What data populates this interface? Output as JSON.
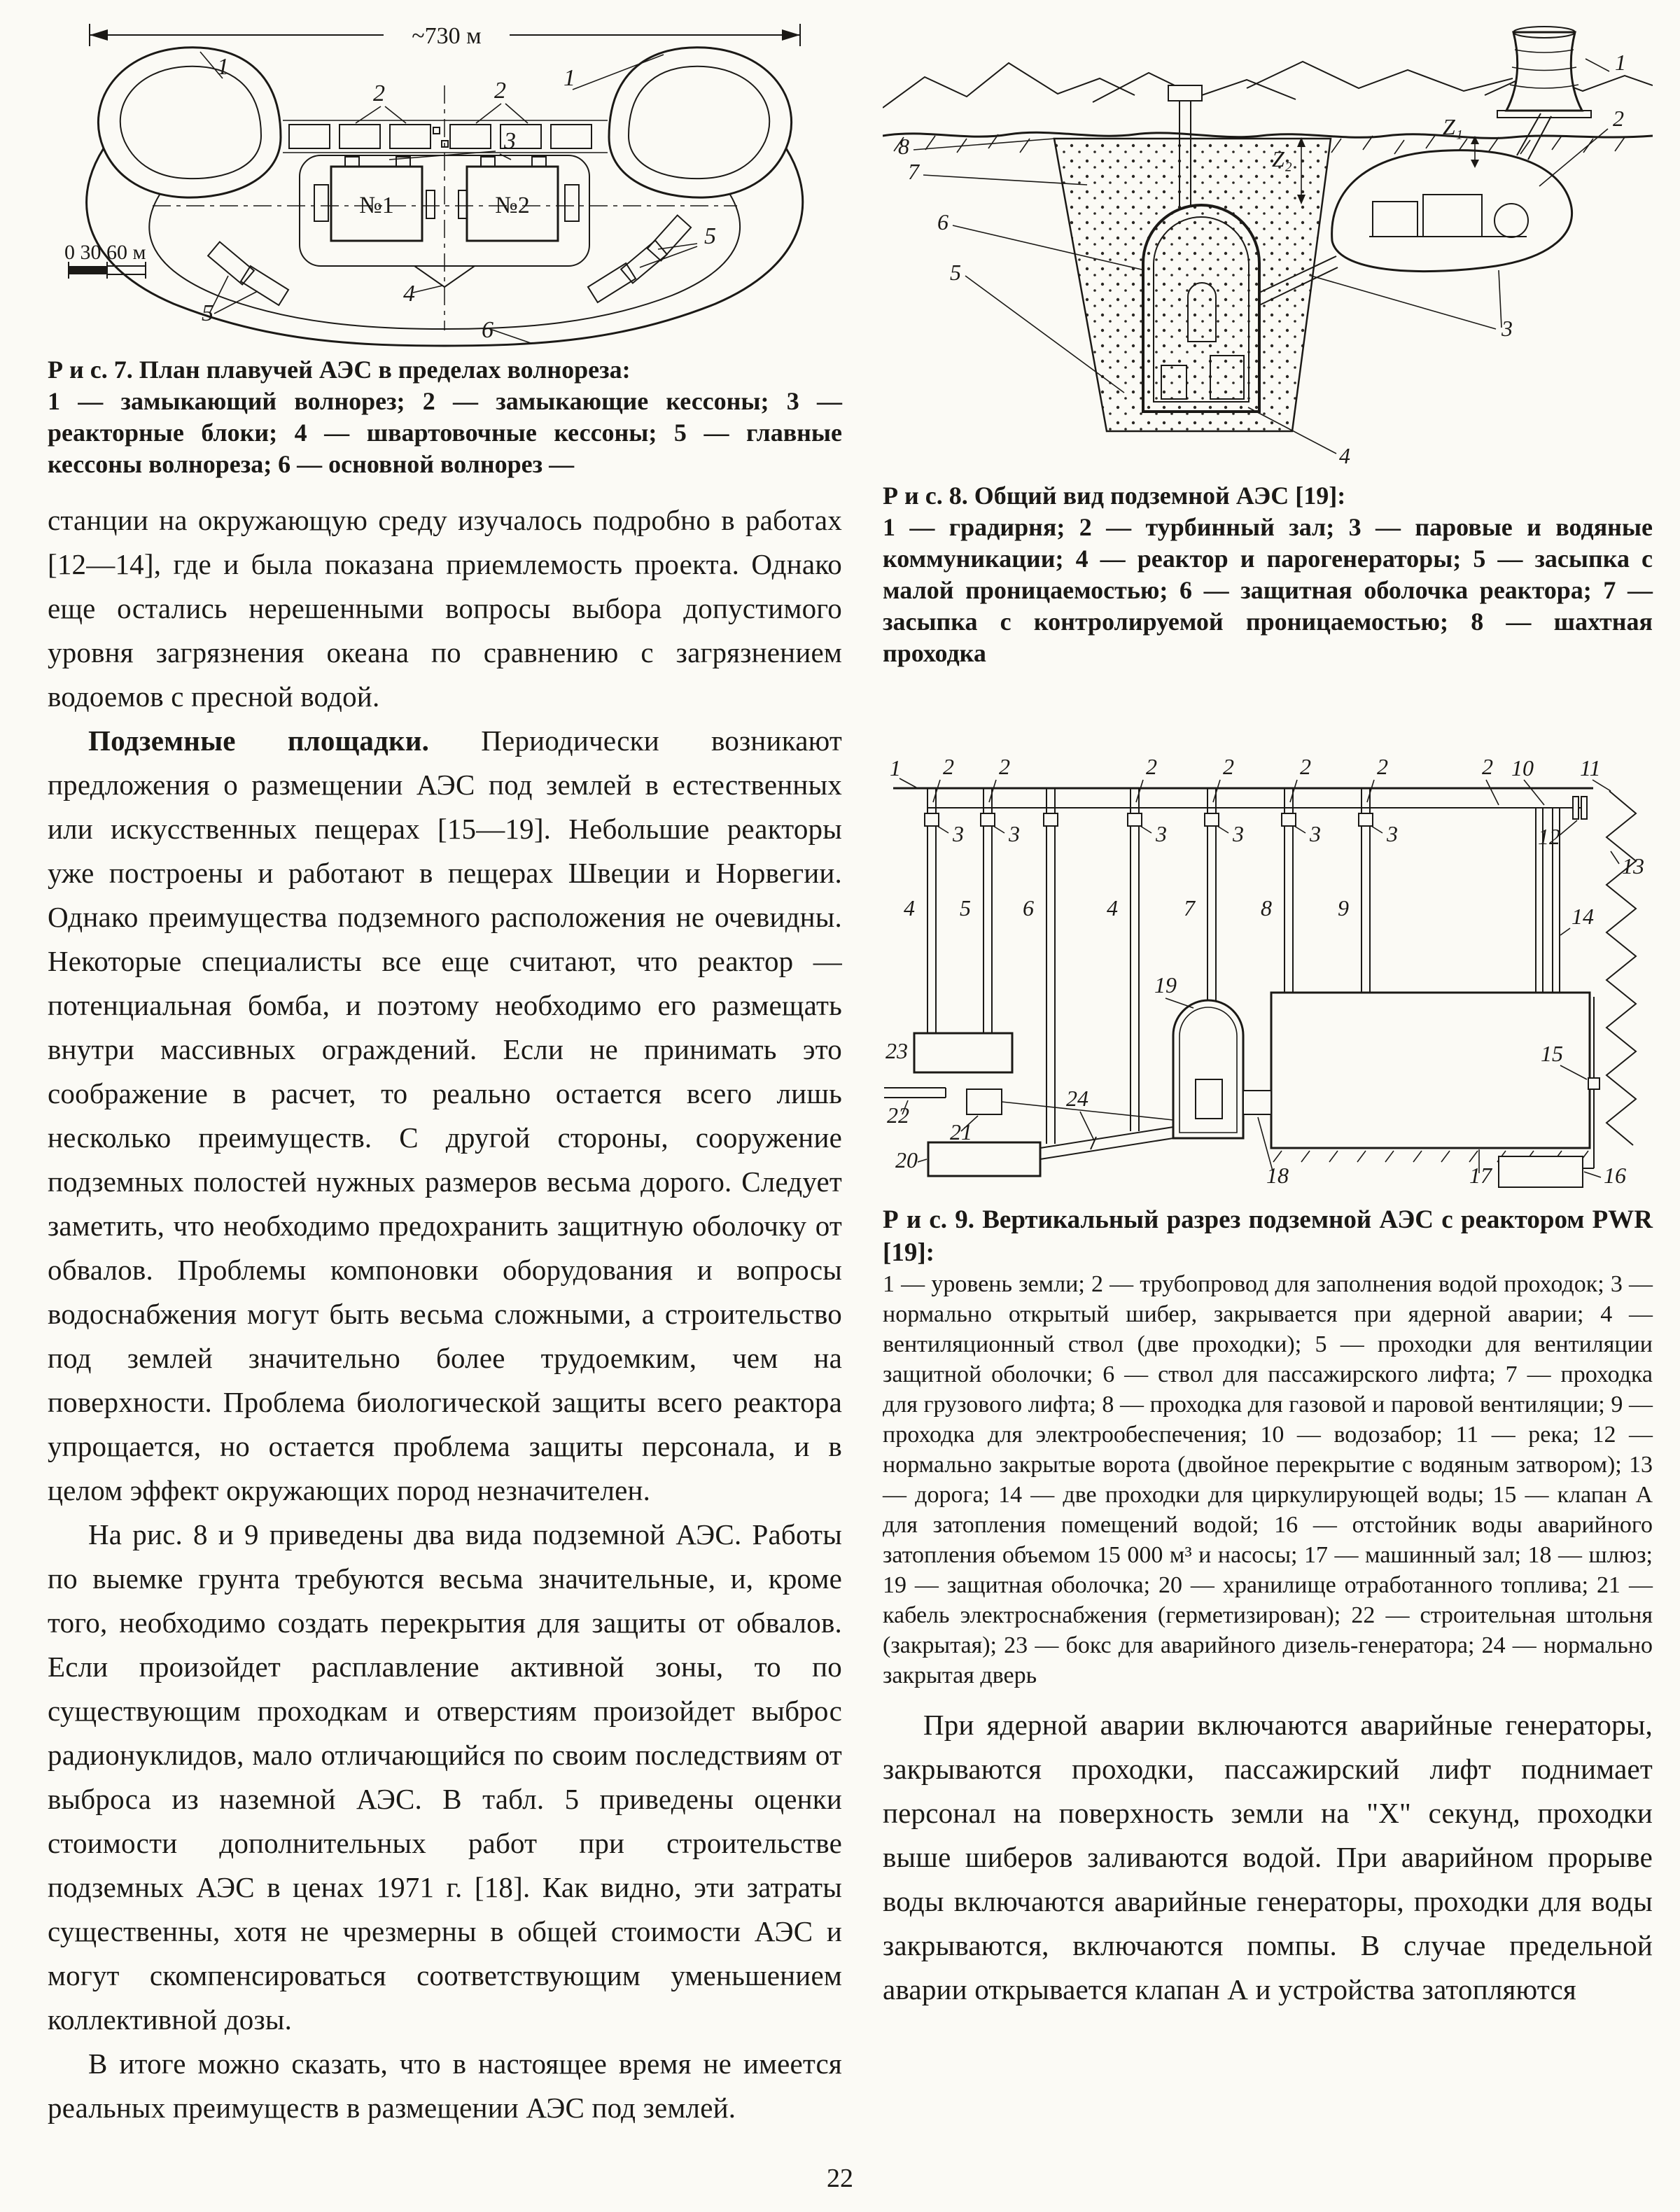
{
  "page": {
    "number": "22"
  },
  "fig7": {
    "dim": "~730 м",
    "scale": "0  30  60 м",
    "b1": "№1",
    "b2": "№2",
    "n1": "1",
    "n2": "2",
    "n3": "3",
    "n4": "4",
    "n5": "5",
    "n6": "6",
    "caption_title": "Р и с.  7.  План плавучей АЭС в пределах волнореза:",
    "caption_body": "1 — замыкающий волнорез;  2 — замыкающие кессоны;  3 — реакторные блоки;  4 — швартовочные кессоны;  5 — главные кессоны волнореза;  6 — основной волнорез  —"
  },
  "fig8": {
    "n1": "1",
    "n2": "2",
    "n3": "3",
    "n4": "4",
    "n5": "5",
    "n6": "6",
    "n7": "7",
    "n8": "8",
    "z1": "Z₁",
    "z2": "Z₂",
    "caption_title": "Р и с.  8.  Общий вид подземной АЭС [19]:",
    "caption_body": "1 — градирня;  2 — турбинный зал;  3 — паровые и водяные коммуникации;  4 — реактор и парогенераторы;  5 — засыпка с малой проницаемостью;  6 — защитная оболочка реактора;  7 — засыпка с контролируемой проницаемостью;  8 — шахтная проходка"
  },
  "fig9": {
    "n1": "1",
    "n2": "2",
    "n3": "3",
    "n4": "4",
    "n5": "5",
    "n6": "6",
    "n7": "7",
    "n8": "8",
    "n9": "9",
    "n10": "10",
    "n11": "11",
    "n12": "12",
    "n13": "13",
    "n14": "14",
    "n15": "15",
    "n16": "16",
    "n17": "17",
    "n18": "18",
    "n19": "19",
    "n20": "20",
    "n21": "21",
    "n22": "22",
    "n23": "23",
    "n24": "24",
    "caption_title": "Р и с.  9. Вертикальный разрез подземной АЭС с реактором PWR [19]:",
    "caption_body": "1 — уровень земли;  2 — трубопровод для заполнения водой проходок;  3 — нормально открытый шибер, закрывается при ядерной аварии;  4 — вентиляционный ствол (две проходки);  5 — проходки для вентиляции защитной оболочки;  6 — ствол для пассажирского лифта;  7 — проходка для грузового лифта;  8 — проходка для газовой и паровой вентиляции;  9 — проходка для электрообеспечения;  10 — водозабор;  11 — река;  12 — нормально закрытые ворота (двойное перекрытие с водяным затвором);  13 — дорога;  14 — две проходки для циркулирующей воды;  15 — клапан А для затопления помещений водой;  16 — отстойник воды аварийного затопления объемом 15 000 м³ и насосы;  17 — машинный зал;  18 — шлюз;  19 — защитная оболочка;  20 — хранилище отработанного топлива;  21 — кабель электроснабжения (герметизирован);  22 — строительная штольня (закрытая);  23 — бокс для аварийного дизель-генератора;  24 — нормально закрытая дверь"
  },
  "body_left": {
    "p1": "станции на окружающую среду изучалось подробно в работах [12—14], где и была показана приемлемость проекта. Однако еще остались нерешенными вопросы выбора допустимого уровня загрязнения океана по сравнению с загрязнением водоемов с пресной водой.",
    "p2_lead": "Подземные площадки.",
    "p2_rest": "Периодически возникают предложения о размещении АЭС под землей в естественных или искусственных пещерах [15—19]. Небольшие реакторы уже построены и работают в пещерах Швеции и Норвегии. Однако преимущества подземного расположения не очевидны. Некоторые специалисты все еще считают, что реактор — потенциальная бомба, и поэтому необходимо его размещать внутри массивных ограждений. Если не принимать это соображение в расчет, то реально остается всего лишь несколько преимуществ. С другой стороны, сооружение подземных полостей нужных размеров весьма дорого. Следует заметить, что необходимо предохранить защитную оболочку от обвалов. Проблемы компоновки оборудования и вопросы водоснабжения могут быть весьма сложными, а строительство под землей значительно более трудоемким, чем на поверхности. Проблема биологической защиты всего реактора упрощается, но остается проблема защиты персонала, и в целом эффект окружающих пород незначителен.",
    "p3": "На рис.  8 и  9 приведены два вида подземной АЭС. Работы по выемке грунта требуются весьма значительные, и, кроме того, необходимо создать перекрытия для защиты от обвалов. Если произойдет расплавление активной зоны, то по существующим проходкам и  отверстиям произойдет выброс радионуклидов, мало отличающийся по своим последствиям от выброса из наземной АЭС. В табл. 5 приведены оценки стоимости дополнительных работ при строительстве подземных АЭС в ценах 1971 г. [18]. Как видно, эти затраты существенны, хотя не чрезмерны в общей стоимости АЭС и могут скомпенсироваться соответствующим уменьшением коллективной дозы.",
    "p4": "В итоге можно сказать, что в настоящее время не имеется реальных преимуществ в размещении АЭС под землей."
  },
  "body_right": {
    "p1": "При ядерной аварии включаются аварийные генераторы, закрываются проходки, пассажирский лифт поднимает персонал на поверхность земли на \"X\" секунд, проходки выше шиберов заливаются водой. При аварийном прорыве воды включаются аварийные генераторы, проходки для воды закрываются, включаются помпы. В случае предельной аварии открывается клапан А и устройства затопляются"
  }
}
